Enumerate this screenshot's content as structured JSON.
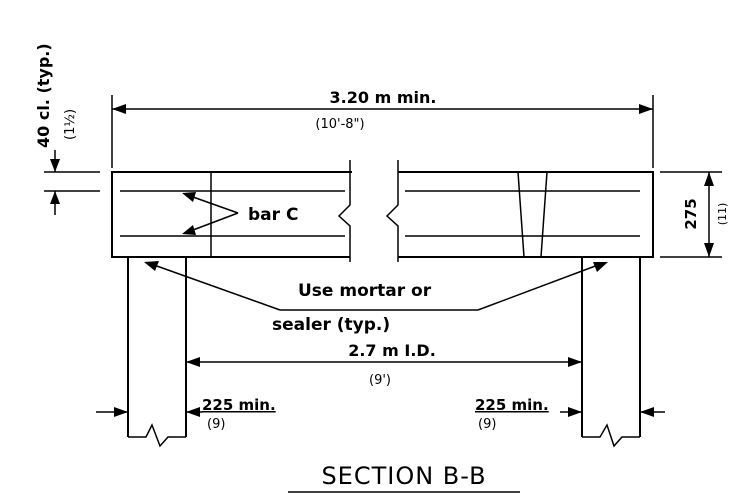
{
  "dims": {
    "overall_width": "3.20 m min.",
    "overall_width_imperial": "(10'-8\")",
    "cover": "40 cl. (typ.)",
    "cover_imperial": "(1½)",
    "thickness": "275",
    "thickness_imperial": "(11)",
    "inside_distance": "2.7 m I.D.",
    "inside_distance_imperial": "(9')",
    "left_bearing": "225 min.",
    "left_bearing_imperial": "(9)",
    "right_bearing": "225 min.",
    "right_bearing_imperial": "(9)"
  },
  "notes": {
    "bar_label": "bar C",
    "mortar_line1": "Use mortar or",
    "mortar_line2": "sealer (typ.)"
  },
  "title": "SECTION B-B"
}
